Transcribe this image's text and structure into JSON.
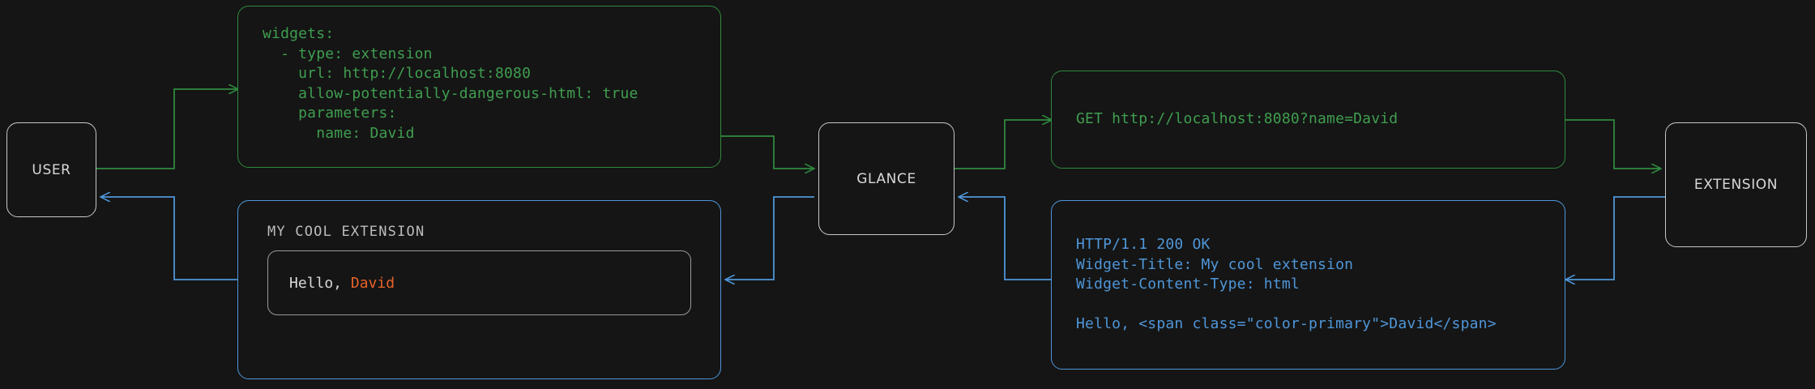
{
  "theme": {
    "background": "#151515",
    "node_border": "#c8c8c8",
    "node_text": "#d8d8d8",
    "request_color": "#3f9e4f",
    "response_color": "#4f96d8",
    "accent_primary": "#e8622a"
  },
  "nodes": {
    "user": {
      "label": "USER"
    },
    "glance": {
      "label": "GLANCE"
    },
    "extension": {
      "label": "EXTENSION"
    }
  },
  "messages": {
    "config_yaml": "widgets:\n  - type: extension\n    url: http://localhost:8080\n    allow-potentially-dangerous-html: true\n    parameters:\n      name: David",
    "http_request": "GET http://localhost:8080?name=David",
    "http_response": "HTTP/1.1 200 OK\nWidget-Title: My cool extension\nWidget-Content-Type: html\n\nHello, <span class=\"color-primary\">David</span>"
  },
  "widget_preview": {
    "title": "MY COOL EXTENSION",
    "greeting_prefix": "Hello, ",
    "name": "David"
  }
}
